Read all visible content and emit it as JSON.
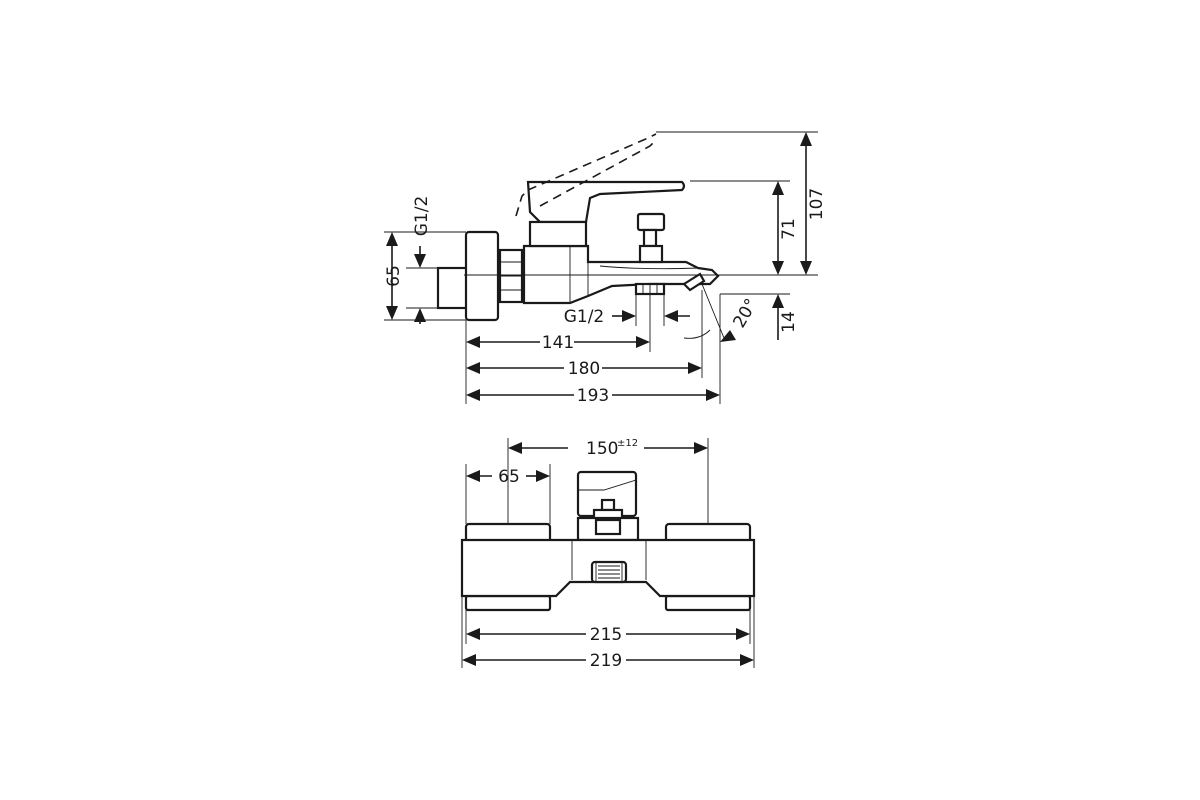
{
  "side_view": {
    "dimensions": {
      "thread_inlet": "G1/2",
      "inlet_height": "65",
      "handle_height": "71",
      "total_height": "107",
      "spout_drop": "14",
      "spout_angle": "20°",
      "thread_outlet": "G1/2",
      "outlet_distance": "141",
      "spout_length": "180",
      "total_depth": "193"
    }
  },
  "top_view": {
    "dimensions": {
      "center_distance": "150",
      "center_tolerance": "±12",
      "inlet_width": "65",
      "body_width": "215",
      "total_width": "219"
    }
  }
}
